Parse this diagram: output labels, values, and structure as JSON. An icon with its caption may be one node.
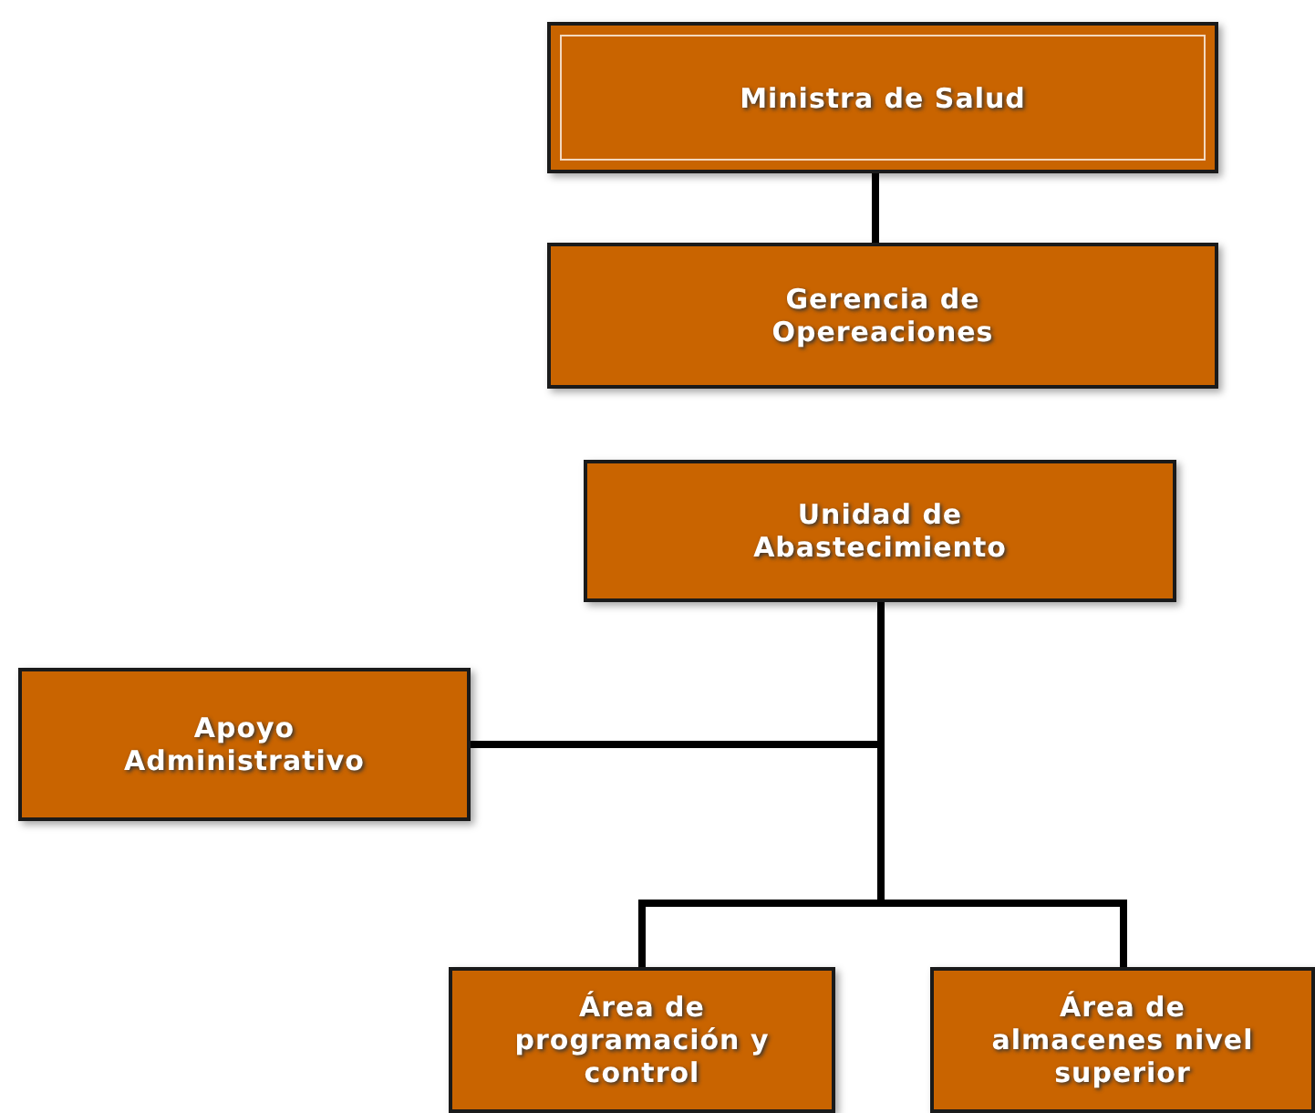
{
  "diagram": {
    "nodes": [
      {
        "text": [
          "Ministra de Salud"
        ]
      },
      {
        "text": [
          "Gerencia de Opereaciones"
        ]
      },
      {
        "text": [
          "Unidad de Abastecimiento"
        ]
      },
      {
        "text": [
          "Apoyo Administrativo"
        ]
      },
      {
        "text": [
          "Área de programación y control"
        ]
      },
      {
        "text": [
          "Área de almacenes nivel superior"
        ]
      }
    ],
    "edges": [
      {
        "from": 0,
        "to": 1,
        "arrow": "none"
      },
      {
        "from": 2,
        "to": 3,
        "arrow": "none"
      },
      {
        "from": 2,
        "to": 4,
        "arrow": "none"
      },
      {
        "from": 2,
        "to": 5,
        "arrow": "none"
      }
    ]
  }
}
